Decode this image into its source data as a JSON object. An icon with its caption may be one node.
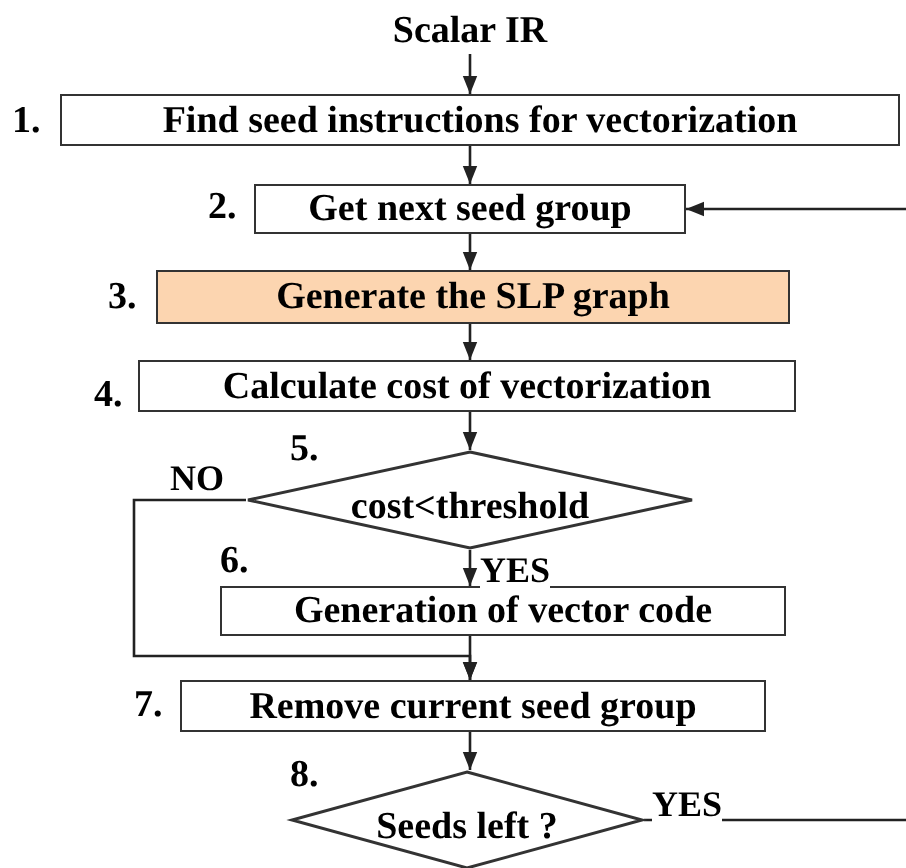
{
  "diagram": {
    "nodes": [
      {
        "text": [
          "Scalar IR"
        ]
      },
      {
        "text": [
          "Find seed instructions for vectorization"
        ],
        "beside": [
          "1."
        ]
      },
      {
        "text": [
          "Get next seed group"
        ],
        "beside": [
          "2."
        ]
      },
      {
        "text": [
          "Generate the SLP graph"
        ],
        "beside": [
          "3."
        ]
      },
      {
        "text": [
          "Calculate cost of vectorization"
        ],
        "beside": [
          "4."
        ]
      },
      {
        "text": [
          "cost<threshold"
        ],
        "beside": [
          "5."
        ]
      },
      {
        "text": [
          "Generation of vector code"
        ],
        "beside": [
          "6."
        ]
      },
      {
        "text": [
          "Remove current seed group"
        ],
        "beside": [
          "7."
        ]
      },
      {
        "text": [
          "Seeds left ?"
        ],
        "beside": [
          "8."
        ]
      }
    ],
    "edges": [
      {
        "from": 0,
        "to": 1,
        "arrow": "to"
      },
      {
        "from": 1,
        "to": 2,
        "arrow": "to"
      },
      {
        "from": 2,
        "to": 3,
        "arrow": "to"
      },
      {
        "from": 3,
        "to": 4,
        "arrow": "to"
      },
      {
        "from": 4,
        "to": 5,
        "arrow": "to"
      },
      {
        "from": 5,
        "to": 6,
        "arrow": "to",
        "label": "YES"
      },
      {
        "from": 5,
        "to": 7,
        "arrow": "to",
        "label": "NO"
      },
      {
        "from": 6,
        "to": 7,
        "arrow": "to"
      },
      {
        "from": 7,
        "to": 8,
        "arrow": "to"
      },
      {
        "from": 8,
        "to": 2,
        "arrow": "to",
        "label": "YES"
      }
    ]
  }
}
